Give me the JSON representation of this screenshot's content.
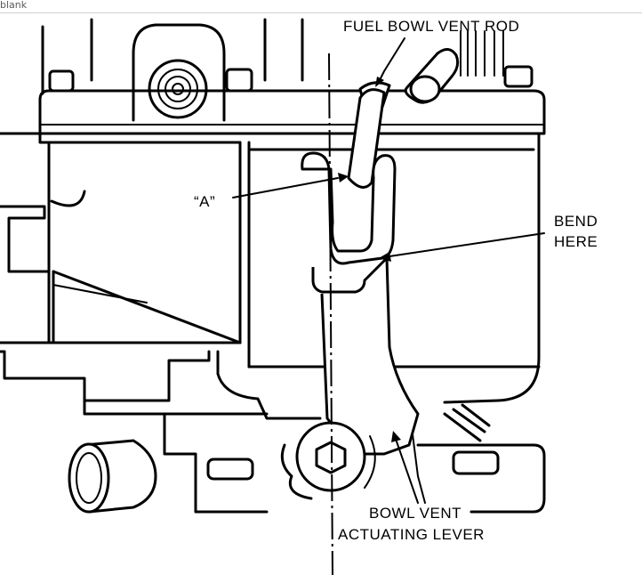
{
  "tab": {
    "title": "blank"
  },
  "labels": {
    "fuel_bowl_vent_rod": "FUEL BOWL VENT ROD",
    "a_marker": "“A”",
    "bend_line1": "BEND",
    "bend_line2": "HERE",
    "bowl_vent_line1": "BOWL VENT",
    "bowl_vent_line2": "ACTUATING LEVER"
  }
}
